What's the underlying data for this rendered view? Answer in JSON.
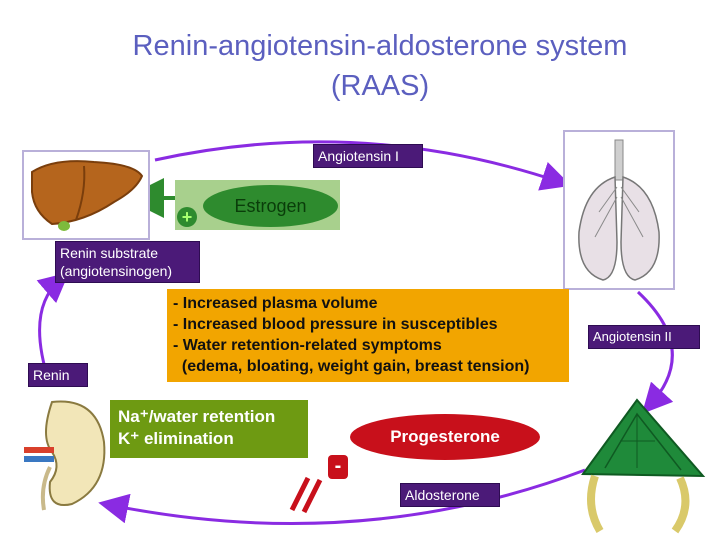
{
  "title": {
    "line1": "Renin-angiotensin-aldosterone system",
    "line2": "(RAAS)"
  },
  "labels": {
    "angiotensin_i": "Angiotensin I",
    "angiotensin_ii": "Angiotensin II",
    "renin_substrate_line1": "Renin substrate",
    "renin_substrate_line2": "(angiotensinogen)",
    "renin": "Renin",
    "aldosterone": "Aldosterone",
    "estrogen": "Estrogen",
    "progesterone": "Progesterone",
    "plus_sign": "+",
    "minus_sign": "-"
  },
  "effects": [
    "- Increased plasma volume",
    "- Increased blood pressure in susceptibles",
    "- Water retention-related symptoms",
    "  (edema, bloating, weight gain, breast tension)"
  ],
  "sodium_box": {
    "line1": "Na⁺/water retention",
    "line2": "K⁺ elimination"
  },
  "icons": {
    "liver": "liver-icon",
    "lungs": "lungs-icon",
    "kidney": "kidney-icon",
    "adrenal": "adrenal-gland-icon"
  },
  "colors": {
    "title": "#5b5fbf",
    "cycle_arrow": "#8a2be2",
    "label_box": "#4b1a78",
    "effects_box": "#f2a500",
    "sodium_box": "#6e9a12",
    "estrogen": "#2e8b2e",
    "progesterone": "#c8101b"
  }
}
